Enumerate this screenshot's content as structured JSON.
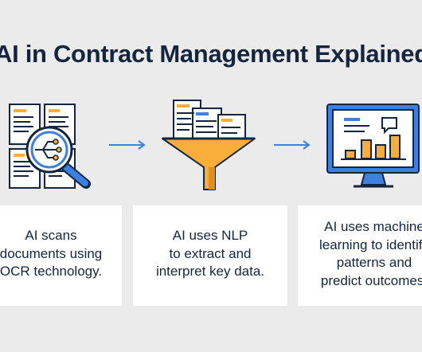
{
  "title": "AI in Contract Management Explained",
  "steps": [
    {
      "icon": "magnifier-over-documents-icon",
      "lines": [
        "AI scans",
        "documents using",
        "OCR technology."
      ]
    },
    {
      "icon": "documents-funnel-icon",
      "lines": [
        "AI uses NLP",
        "to extract and",
        "interpret key data."
      ]
    },
    {
      "icon": "monitor-bar-chart-icon",
      "lines": [
        "AI uses machine",
        "learning to identify",
        "patterns and",
        "predict outcomes."
      ]
    }
  ],
  "colors": {
    "background": "#ebebeb",
    "navy": "#14263f",
    "accent_orange": "#f9ad3b",
    "accent_blue": "#3f7fe0",
    "card": "#ffffff"
  }
}
